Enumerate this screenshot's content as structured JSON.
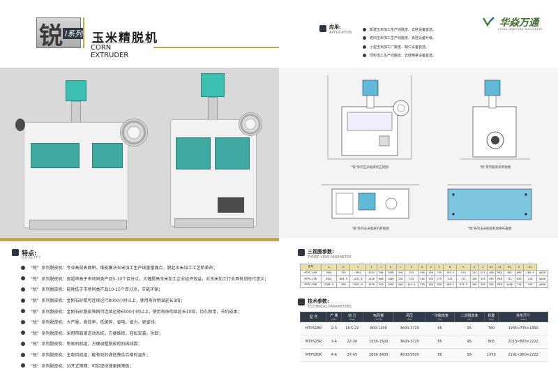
{
  "left": {
    "logo_char": "锐",
    "logo_series": "I系列",
    "title_cn": "玉米精脱机",
    "title_en": "CORN EXTRUDER",
    "features_title": "特点:",
    "features_sub": "QUALITY",
    "features": [
      {
        "prefix": "\"锐\"",
        "text": "系列脱皮机：专业高效表面积，维能膜决玉米加工生产线重量痛点，脱起玉米加工工艺新革命；"
      },
      {
        "prefix": "\"锐\"",
        "text": "系列脱皮机：现超率高于市场同类产品5-10个百分点，大幅提高玉米加工企业经济效益，对玉米加工行业具有划时代意义；"
      },
      {
        "prefix": "\"锐\"",
        "text": "系列脱皮机：能耗低于市场同类产品10-15个百分点，节能环保；"
      },
      {
        "prefix": "\"锐\"",
        "text": "系列脱皮机：金刚石砂辊可连续运行8000小时以上，使用寿命明显延长3倍；"
      },
      {
        "prefix": "\"锐\"",
        "text": "系列脱皮机：金刚石砂脱皮筛网可连续运转6000小时以上，使用寿命明显延长10倍，持久耐用，节约成本；"
      },
      {
        "prefix": "\"锐\"",
        "text": "系列脱皮机：大产量，高效率，低破碎，省电，省力，更省钱；"
      },
      {
        "prefix": "\"锐\"",
        "text": "系列脱皮机：采用带鼓滚进动系统，方便维修，轻松安装，拆卸；"
      },
      {
        "prefix": "\"锐\"",
        "text": "系列脱皮机：免吸机机组，方便调整脱皮的机械线数；"
      },
      {
        "prefix": "\"锐\"",
        "text": "系列脱皮机：主吸风机组，能有效的调低筛余合格的温升；"
      },
      {
        "prefix": "\"锐\"",
        "text": "系列脱皮机：对开式筛网，可实现快速更换筛板；"
      }
    ]
  },
  "right": {
    "brand_cn": "华焱万通",
    "brand_en": "CHINA WANTONG MACHINERY",
    "application_title": "应用:",
    "application_sub": "APPLICATION",
    "applications": [
      "新建玉米加工生产线脱皮、去胚设备首选。",
      "老旧玉米加工生产线脱皮、去胚设备升级。",
      "小型玉米加工厂脱皮、制仁设备首选。",
      "饲料加工生产线脱皮、去胚精茎设备首选。"
    ],
    "captions": {
      "front": "\"锐\"系列玉米脱皮机正视图",
      "side": "\"锐\"系列脱皮机侧视图",
      "top": "\"锐\"系列玉米脱皮机俯视图",
      "foundation": "\"锐\"系列玉米脱皮机地脚布置图"
    },
    "dims_title": "三视图参数:",
    "dims_sub": "THREE VIEW PARAMETER",
    "dims_header": [
      "型号",
      "A",
      "B",
      "C",
      "I",
      "J",
      "K",
      "L",
      "H",
      "D",
      "U",
      "V",
      "W",
      "R",
      "X",
      "Z",
      "D2",
      "A1",
      "B1",
      "E",
      "D1"
    ],
    "dims_rows": [
      [
        "MTPS-18R",
        "1961",
        "735",
        "1954",
        "1254",
        "780",
        "1200",
        "120",
        "313",
        "338",
        "120",
        "735",
        "125.5",
        "674",
        "124",
        "217",
        "400",
        "M16",
        "565",
        "660",
        "169.5",
        "φ150"
      ],
      [
        "MTPS-25R",
        "2041",
        "683.5",
        "2221.5",
        "1326",
        "668",
        "1400",
        "120",
        "313",
        "346",
        "150",
        "779",
        "123",
        "711",
        "168",
        "153",
        "355",
        "M18",
        "715",
        "620",
        "218",
        "φ180"
      ],
      [
        "MTPS-30R",
        "2186.5",
        "958",
        "2221.5",
        "1528",
        "910",
        "1550",
        "200",
        "414.5",
        "278",
        "150",
        "955",
        "146.5",
        "671.5",
        "160",
        "150",
        "395",
        "M18",
        "1400",
        "770",
        "110",
        "φ180"
      ]
    ],
    "params_title": "技术参数:",
    "params_sub": "TECHNICAL PARAMETERS",
    "params_header": [
      {
        "cn": "型 号",
        "unit": ""
      },
      {
        "cn": "产 量",
        "unit": "(t/h)"
      },
      {
        "cn": "动 力",
        "unit": "(kw)"
      },
      {
        "cn": "吸风量",
        "unit": "(m³/h)"
      },
      {
        "cn": "风压",
        "unit": "(Pa)"
      },
      {
        "cn": "一次脱皮率",
        "unit": "(%)"
      },
      {
        "cn": "二次脱皮率",
        "unit": "(%)"
      },
      {
        "cn": "机重",
        "unit": "(kg)"
      },
      {
        "cn": "外形尺寸",
        "unit": "(mm)"
      }
    ],
    "params_rows": [
      [
        "MTPS18R",
        "2-3",
        "18.5-22",
        "800-1200",
        "3600-3720",
        "65",
        "95",
        "760",
        "1935×735×1892"
      ],
      [
        "MTPS25R",
        "3-4",
        "22-30",
        "1000-1500",
        "3600-3720",
        "65",
        "95",
        "805",
        "2013×693×2222"
      ],
      [
        "MTPS30R",
        "4-6",
        "37-45",
        "2600-3400",
        "4500-5500",
        "65",
        "95",
        "1050",
        "2191×950×2222"
      ]
    ]
  }
}
